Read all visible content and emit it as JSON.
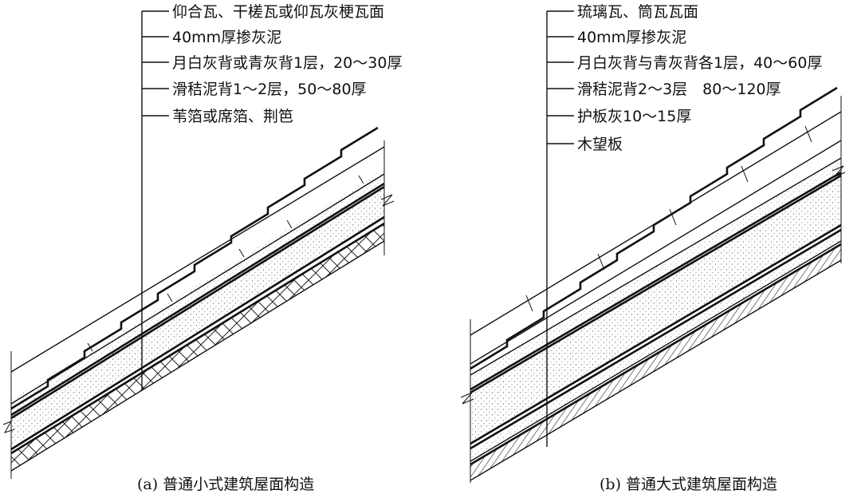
{
  "diagram_a": {
    "labels": [
      "仰合瓦、干槎瓦或仰瓦灰梗瓦面",
      "40mm厚掺灰泥",
      "月白灰背或青灰背1层，20～30厚",
      "滑秸泥背1～2层，50～80厚",
      "苇箔或席箔、荆笆"
    ],
    "caption": "(a) 普通小式建筑屋面构造"
  },
  "diagram_b": {
    "labels": [
      "琉璃瓦、筒瓦瓦面",
      "40mm厚掺灰泥",
      "月白灰背与青灰背各1层，40～60厚",
      "滑秸泥背2～3层　80～120厚",
      "护板灰10～15厚",
      "木望板"
    ],
    "caption": "(b) 普通大式建筑屋面构造"
  }
}
